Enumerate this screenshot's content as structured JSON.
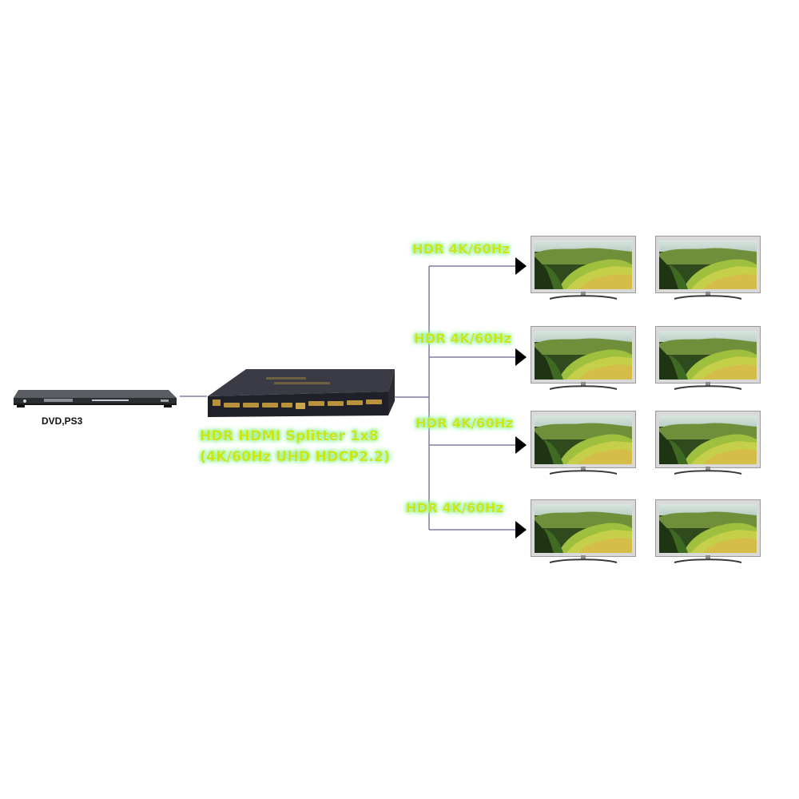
{
  "source": {
    "label": "DVD,PS3"
  },
  "splitter": {
    "title_line1": "HDR HDMI Splitter 1x8",
    "title_line2": "(4K/60Hz UHD HDCP2.2)"
  },
  "outputs": [
    {
      "label": "HDR 4K/60Hz"
    },
    {
      "label": "HDR 4K/60Hz"
    },
    {
      "label": "HDR 4K/60Hz"
    },
    {
      "label": "HDR 4K/60Hz"
    }
  ],
  "colors": {
    "caption": "#c9e617",
    "glow": "#5cf06a",
    "wire": "#7b7fa3",
    "arrow": "#000000"
  },
  "icons": [
    "dvd-player-icon",
    "hdmi-splitter-icon",
    "tv-icon"
  ]
}
